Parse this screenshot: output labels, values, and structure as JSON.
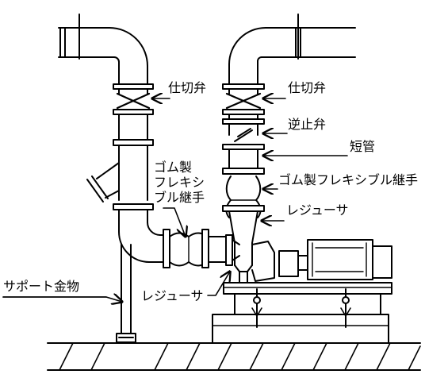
{
  "labels": {
    "gate_valve_left": "仕切弁",
    "gate_valve_right": "仕切弁",
    "check_valve": "逆止弁",
    "short_pipe": "短管",
    "rubber_joint_left": "ゴム製\nフレキシ\nブル継手",
    "rubber_joint_right": "ゴム製フレキシブル継手",
    "reducer_right": "レジューサ",
    "reducer_bottom": "レジューサ",
    "support": "サポート金物"
  },
  "colors": {
    "line": "#000000",
    "background": "#ffffff"
  }
}
